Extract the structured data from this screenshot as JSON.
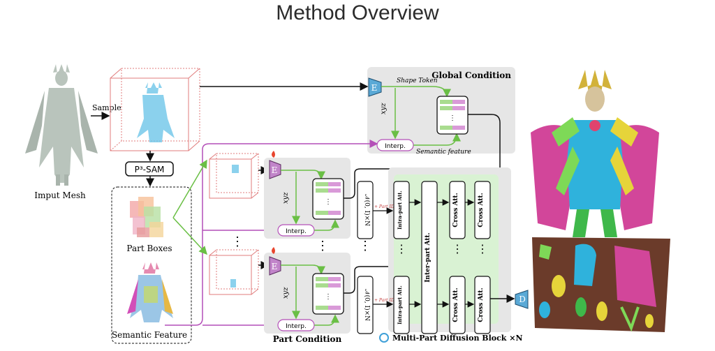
{
  "title": "Method Overview",
  "labels": {
    "input_mesh": "Imput Mesh",
    "sample": "Sample",
    "p3sam": "P³-SAM",
    "part_boxes": "Part Boxes",
    "semantic_feature": "Semantic Feature",
    "global_condition": "Global Condition",
    "shape_token": "Shape Token",
    "semantic_feature_italic": "Semantic feature",
    "xyz": "xyz",
    "interp": "Interp.",
    "encoder": "E",
    "decoder": "D",
    "part_condition": "Part Condition",
    "noise": "𝒩(0, I)×N",
    "part_id": "+ Part ID",
    "intra_part_att": "Intra-part Att.",
    "inter_part_att": "Inter-part Att.",
    "cross_att": "Cross Att.",
    "mpdb": "Multi-Part Diffusion Block ×N",
    "ellipsis": "⋮"
  },
  "colors": {
    "bbox_red": "#e07b7b",
    "cloud_blue": "#6ec6e8",
    "encoder_blue": "#5aa9d6",
    "encoder_purple": "#c184c9",
    "arrow_green": "#6abf45",
    "arrow_purple": "#b44fb8",
    "panel_gray": "#e6e6e6",
    "diffusion_green": "#d9f2d3",
    "token_green": "#a9dc8f",
    "token_pink": "#d99ad8",
    "mesh_gray": "#b9c4bc"
  }
}
